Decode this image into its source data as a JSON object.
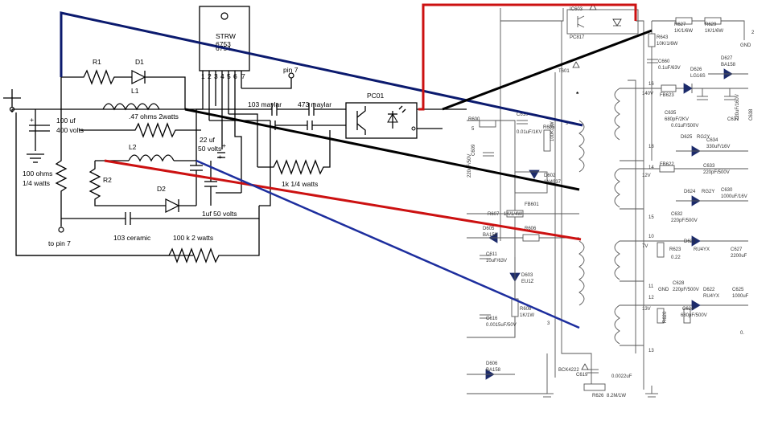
{
  "left": {
    "ic_name": "STRW",
    "ic_part1": "6753",
    "ic_part2": "6754",
    "ic_pins": [
      "1",
      "2",
      "3",
      "4",
      "5",
      "6",
      "7"
    ],
    "r1": "R1",
    "d1": "D1",
    "l1": "L1",
    "l1_res": ".47 ohms 2watts",
    "c400": "100 uf",
    "c400b": "400 volts",
    "r100": "100 ohms",
    "r100b": "1/4 watts",
    "l2": "L2",
    "r2": "R2",
    "d2": "D2",
    "c22": "22 uf",
    "c22b": "50 volts",
    "c1uf": "1uf 50 volts",
    "c103": "103 ceramic",
    "r100k": "100 k 2 watts",
    "pin7": "pin 7",
    "to_pin7": "to pin 7",
    "maylar103": "103 maylar",
    "maylar473": "473 maylar",
    "pc01": "PC01",
    "r1k": "1k 1/4 watts"
  },
  "right": {
    "ic603": "IC603",
    "pc817": "PC817",
    "r643": "R643",
    "r643v": "10K/1/6W",
    "r627": "R627",
    "r627v": "1K/1/6W",
    "r629": "R629",
    "r629v": "1K/1/6W",
    "gnd_top": "GND",
    "c660": "C660",
    "c660v": "0.1uF/63V",
    "t601": "T601",
    "n16": "16",
    "v140": "140V",
    "fb623": "FB623",
    "d626": "D626",
    "d626v": "LG16S",
    "d627": "D627",
    "d627v": "BA158",
    "c635": "C635",
    "c635v": "680pF/2KV",
    "c636v": "0.01uF/500V",
    "c637": "C637",
    "c637v": "220uF/160V",
    "c638": "C638",
    "r600": "R600",
    "n5": "5",
    "n9": "9",
    "c610": "C610",
    "c610v": "0.01uF/1KV",
    "r605": "R605",
    "r605v": "100K/2W",
    "d602": "D602",
    "d602v": "1N4937",
    "c609": "C609",
    "c609v": "220uF/50V",
    "fb601": "FB601",
    "r607": "R607",
    "r607v": "1K/1/4W",
    "n18": "18",
    "n14": "14",
    "v12": "12V",
    "fb622": "FB622",
    "d625": "D625",
    "d625v": "RG2Y",
    "c634": "C634",
    "c634v": "330uF/16V",
    "c633": "C633",
    "c633v": "220pF/500V",
    "d624": "D624",
    "d624v": "RG2Y",
    "c630": "C630",
    "c630v": "1000uF/16V",
    "c632": "C632",
    "c632v": "220pF/500V",
    "n15": "15",
    "n10": "10",
    "v7": "7V",
    "r623": "R623",
    "r623v": "0.22",
    "d623": "D623",
    "d623v": "RU4YX",
    "c627": "C627",
    "c627v": "2200uF",
    "d605": "D605",
    "d605v": "BA158",
    "r606": "R606",
    "c611": "C611",
    "c611v": "10uF/63V",
    "d603": "D603",
    "d603v": "EU1Z",
    "n11": "11",
    "gnd_mid": "GND",
    "c628": "C628",
    "c628v": "220pF/500V",
    "d622": "D622",
    "d622v": "RU4YX",
    "c625": "C625",
    "c625v": "1000uF",
    "n12": "12",
    "v13": "13V",
    "r620": "R620",
    "c624": "C624",
    "c624v": "680pF/500V",
    "r608": "R608",
    "r608v": "1K/1W",
    "n3": "3",
    "c616": "C616",
    "c616v": "0.0015uF/50V",
    "n13": "13",
    "d606": "D606",
    "d606v": "BA158",
    "bck": "BCK4222",
    "c619": "C619",
    "c619v": "0.0022uF",
    "r626": "R626",
    "r626v": "8.2M/1W",
    "n0": "0.",
    "n2": "2"
  },
  "colors": {
    "navy": "#0b1a6e",
    "red": "#cc1111",
    "black": "#000000",
    "schematic_blue": "#1c2b6b"
  }
}
